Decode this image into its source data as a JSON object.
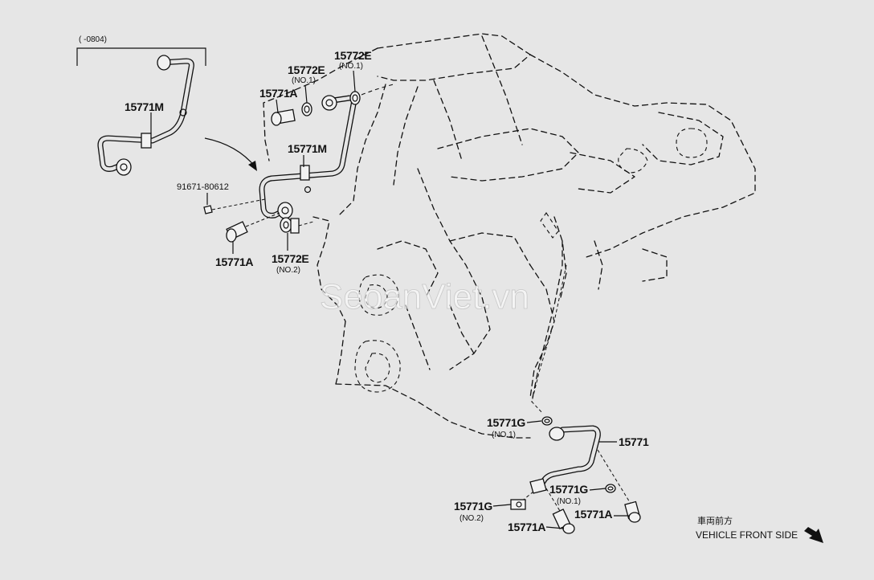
{
  "bracket_note": "(     -0804)",
  "labels": {
    "p15771M_a": "15771M",
    "p15771M_b": "15771M",
    "p91671": "91671-80612",
    "p15771A_a": "15771A",
    "p15771A_b": "15771A",
    "p15771A_c": "15771A",
    "p15771A_d": "15771A",
    "p15772E_a": "15772E",
    "p15772E_a_sub": "(NO.1)",
    "p15772E_b": "15772E",
    "p15772E_b_sub": "(NO.1)",
    "p15772E_c": "15772E",
    "p15772E_c_sub": "(NO.2)",
    "p15771G_a": "15771G",
    "p15771G_a_sub": "(NO.1)",
    "p15771G_b": "15771G",
    "p15771G_b_sub": "(NO.1)",
    "p15771G_c": "15771G",
    "p15771G_c_sub": "(NO.2)",
    "p15771": "15771"
  },
  "direction": {
    "japanese": "車両前方",
    "english": "VEHICLE FRONT SIDE"
  },
  "watermark": "SeoanViet.vn"
}
